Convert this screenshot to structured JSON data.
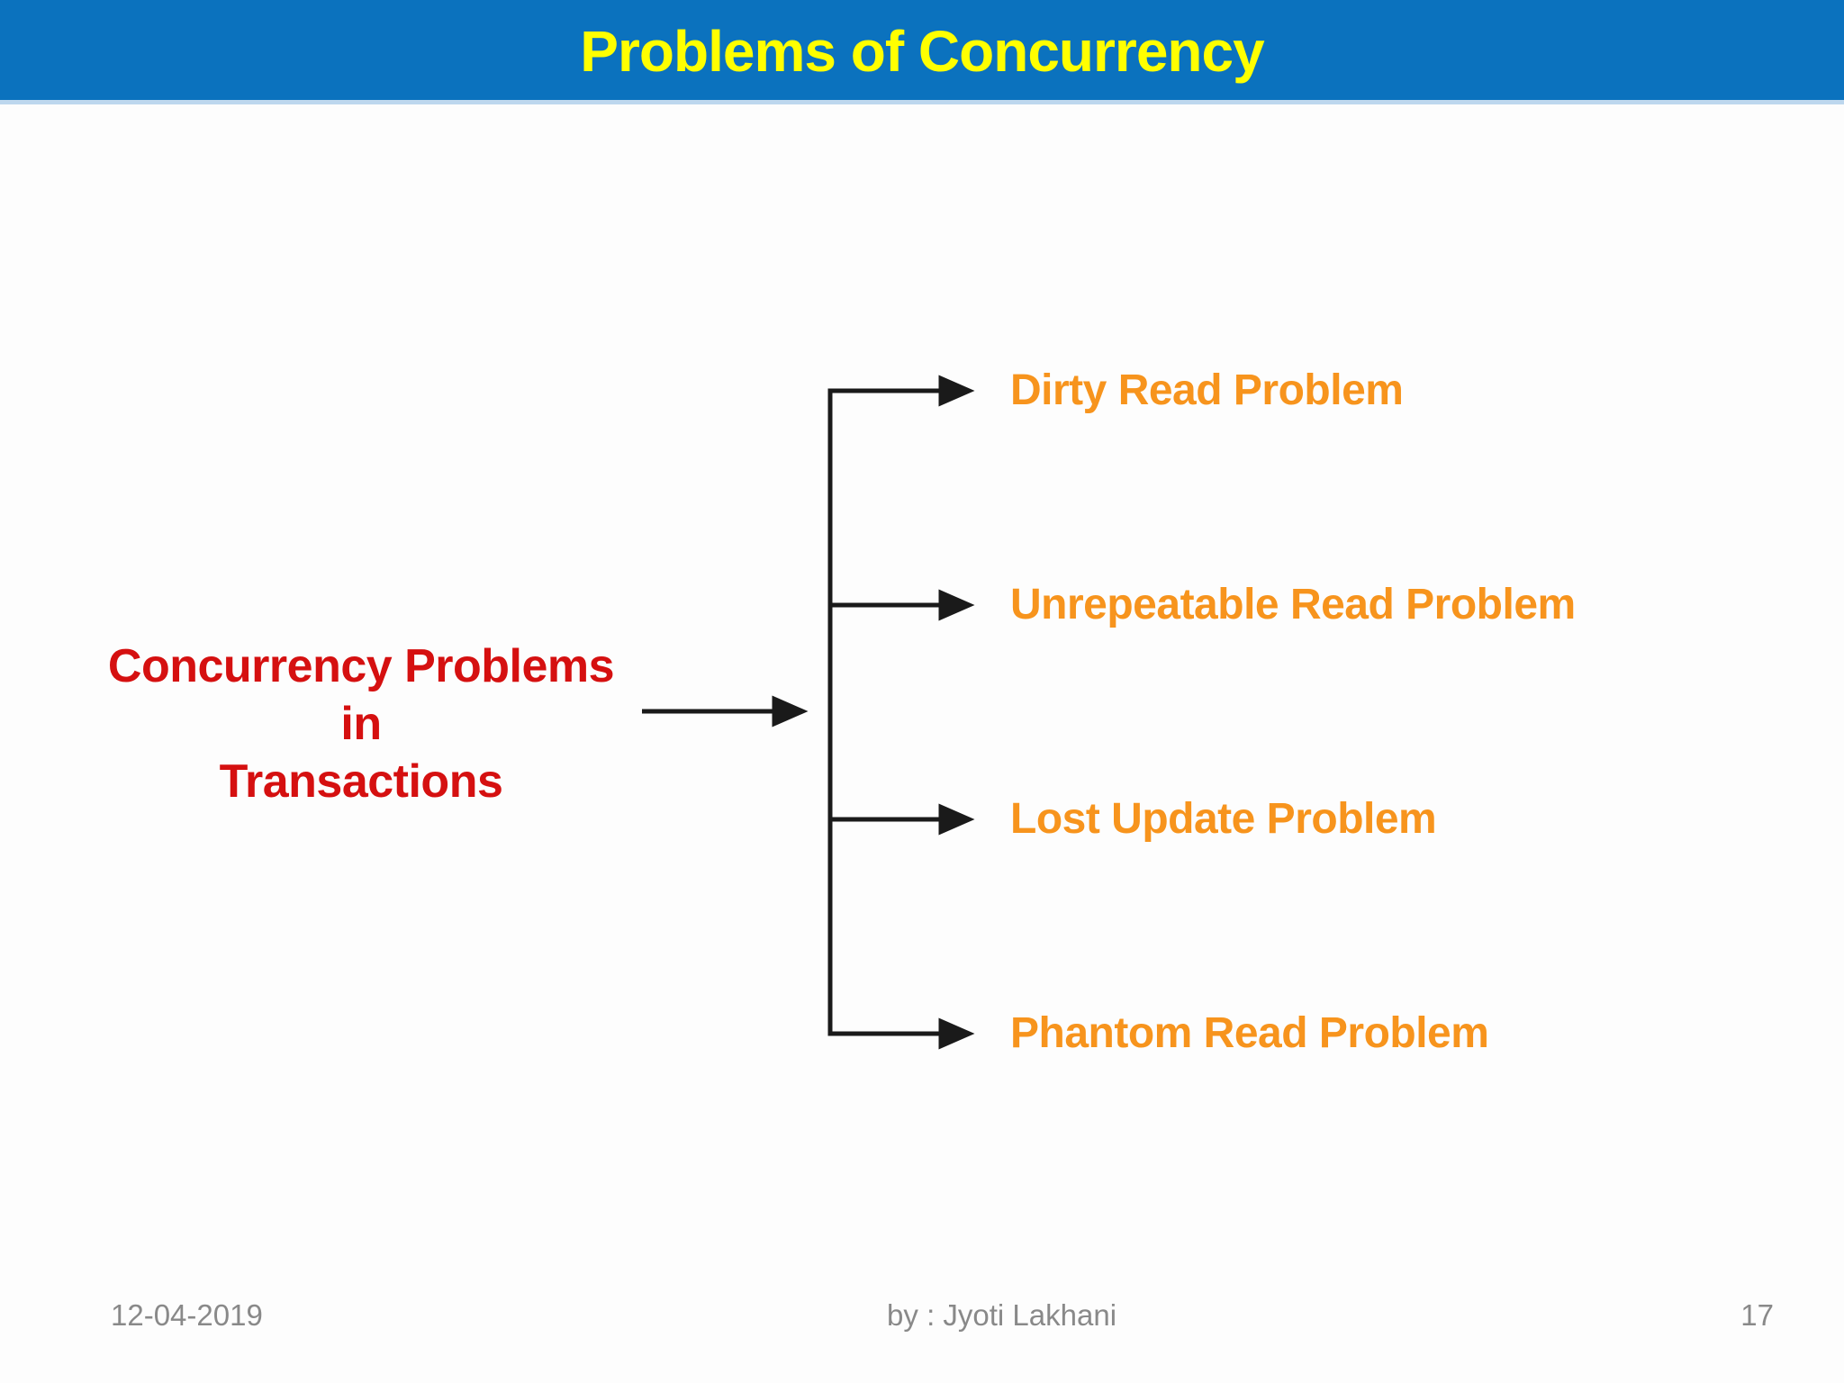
{
  "header": {
    "title": "Problems of Concurrency"
  },
  "diagram": {
    "root": {
      "lines": [
        "Concurrency Problems",
        "in",
        "Transactions"
      ]
    },
    "branches": [
      {
        "label": "Dirty Read Problem"
      },
      {
        "label": "Unrepeatable Read Problem"
      },
      {
        "label": "Lost Update Problem"
      },
      {
        "label": "Phantom Read Problem"
      }
    ]
  },
  "footer": {
    "date": "12-04-2019",
    "author": "by : Jyoti Lakhani",
    "page_number": "17"
  },
  "colors": {
    "header_bg": "#0B72BE",
    "header_underline": "#BDD7EE",
    "title_text": "#FFFF00",
    "root_text": "#D51010",
    "branch_text": "#F7941D",
    "connector": "#1A1A1A",
    "footer_text": "#898989",
    "background": "#FDFDFD"
  }
}
